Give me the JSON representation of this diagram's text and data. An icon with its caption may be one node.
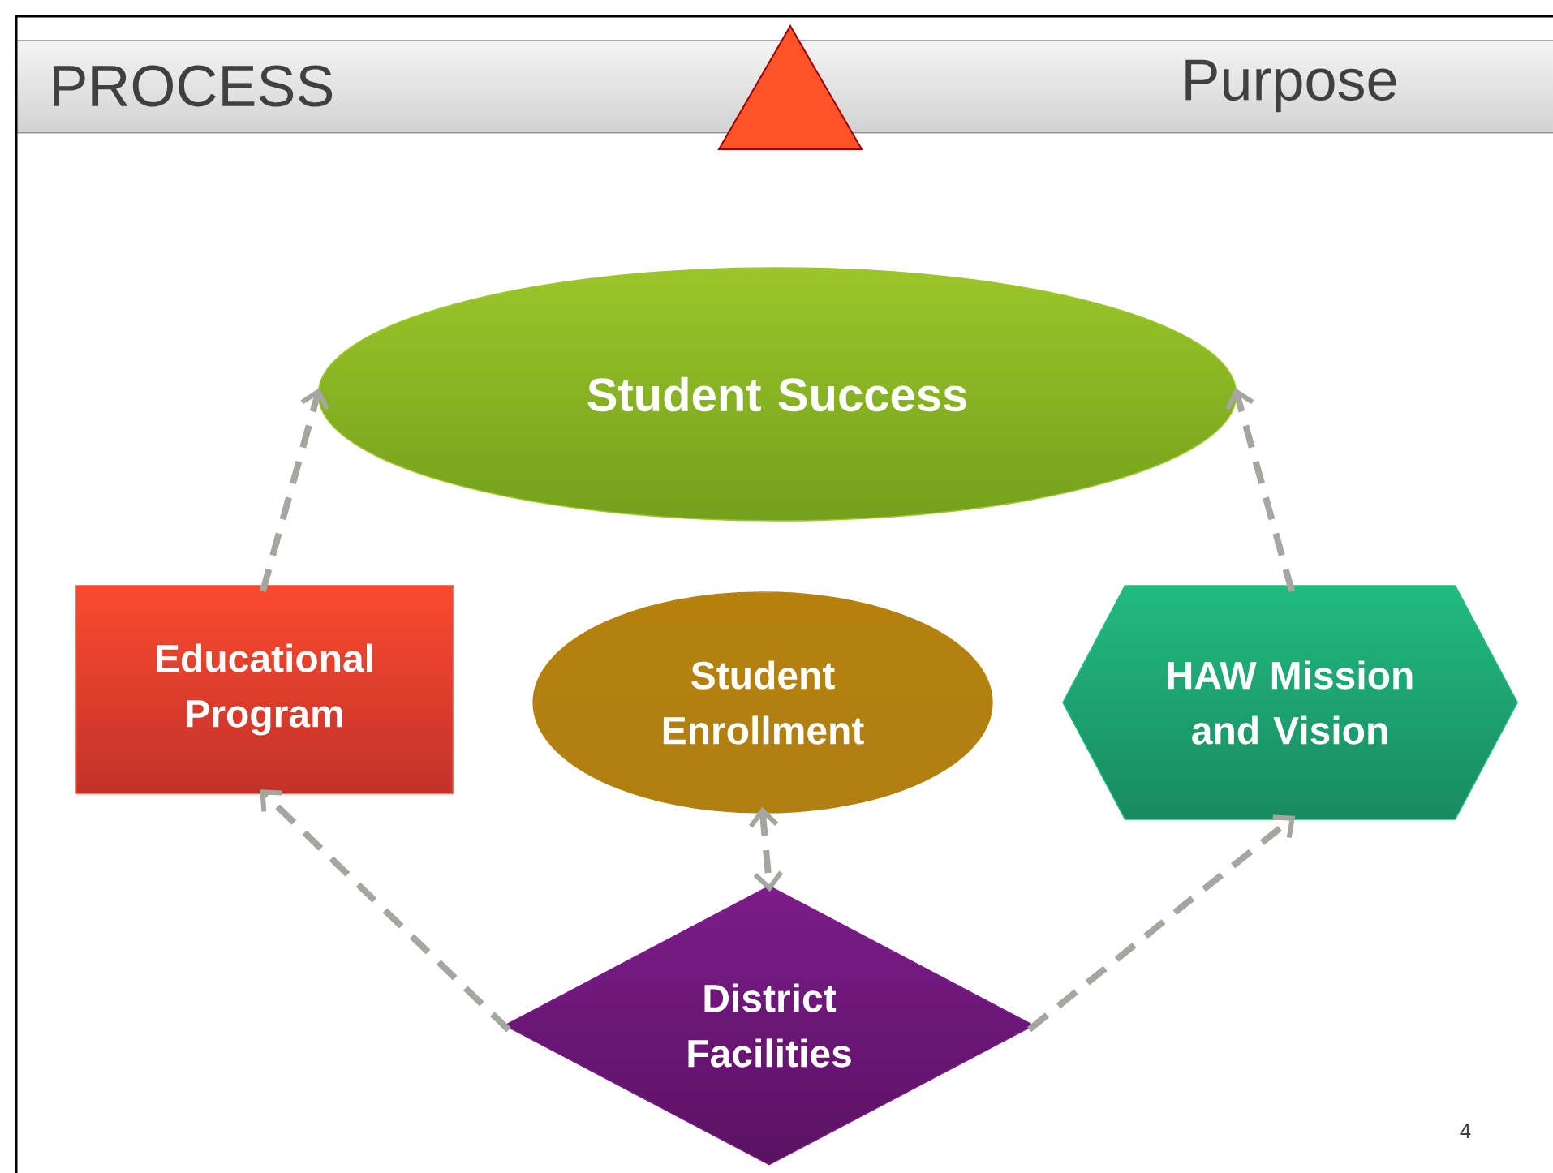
{
  "diagram": {
    "nodes": [
      {
        "text": [
          "Student Success"
        ]
      },
      {
        "text": [
          "Educational Program"
        ]
      },
      {
        "text": [
          "Student Enrollment"
        ]
      },
      {
        "text": [
          "HAW Mission and Vision"
        ]
      },
      {
        "text": [
          "District Facilities"
        ]
      }
    ],
    "edges": [
      {
        "from": 1,
        "to": 0,
        "arrow": "to",
        "style": "dashed"
      },
      {
        "from": 3,
        "to": 0,
        "arrow": "to",
        "style": "dashed"
      },
      {
        "from": 4,
        "to": 1,
        "arrow": "to",
        "style": "dashed"
      },
      {
        "from": 4,
        "to": 3,
        "arrow": "to",
        "style": "dashed"
      },
      {
        "from": 2,
        "to": 4,
        "arrow": "both",
        "style": "dashed"
      }
    ],
    "labels": [
      "PROCESS",
      "Purpose",
      "4"
    ]
  }
}
